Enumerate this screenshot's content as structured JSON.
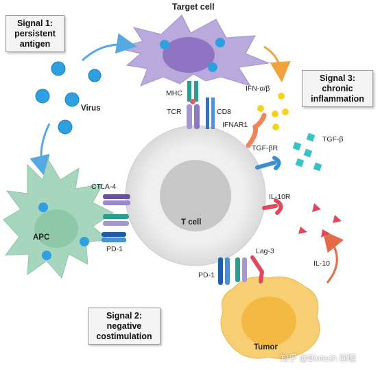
{
  "signal_boxes": {
    "signal1": [
      "Signal 1:",
      "persistent",
      "antigen"
    ],
    "signal2": [
      "Signal 2:",
      "negative",
      "costimulation"
    ],
    "signal3": [
      "Signal 3:",
      "chronic",
      "inflammation"
    ]
  },
  "cells": {
    "target": "Target cell",
    "tcell": "T cell",
    "apc": "APC",
    "tumor": "Tumor",
    "virus": "Virus"
  },
  "molecules": {
    "mhc": "MHC",
    "tcr": "TCR",
    "cd8": "CD8",
    "ifnab": "IFN-α/β",
    "ifnar1": "IFNAR1",
    "tgfbr": "TGF-βR",
    "tgfb": "TGF-β",
    "il10r": "IL-10R",
    "il10": "IL-10",
    "ctla4": "CTLA-4",
    "pd1_left": "PD-1",
    "pd1_bottom": "PD-1",
    "lag3": "Lag-3"
  },
  "watermark": "知乎 @Biotech 前瞻",
  "colors": {
    "target_cell": "#b9a9dc",
    "target_nucleus": "#8f74c3",
    "apc": "#a6d6bd",
    "tumor": "#f7cf72",
    "tcell_outer": "#e9e9e9",
    "tcell_inner": "#c7c7c7",
    "virus": "#2fa0df",
    "arrow_blue": "#56a9e0",
    "arrow_orange": "#f0a33b",
    "ifn": "#f6d21e",
    "tgfb": "#3cc3c6",
    "il10": "#e0485c"
  }
}
